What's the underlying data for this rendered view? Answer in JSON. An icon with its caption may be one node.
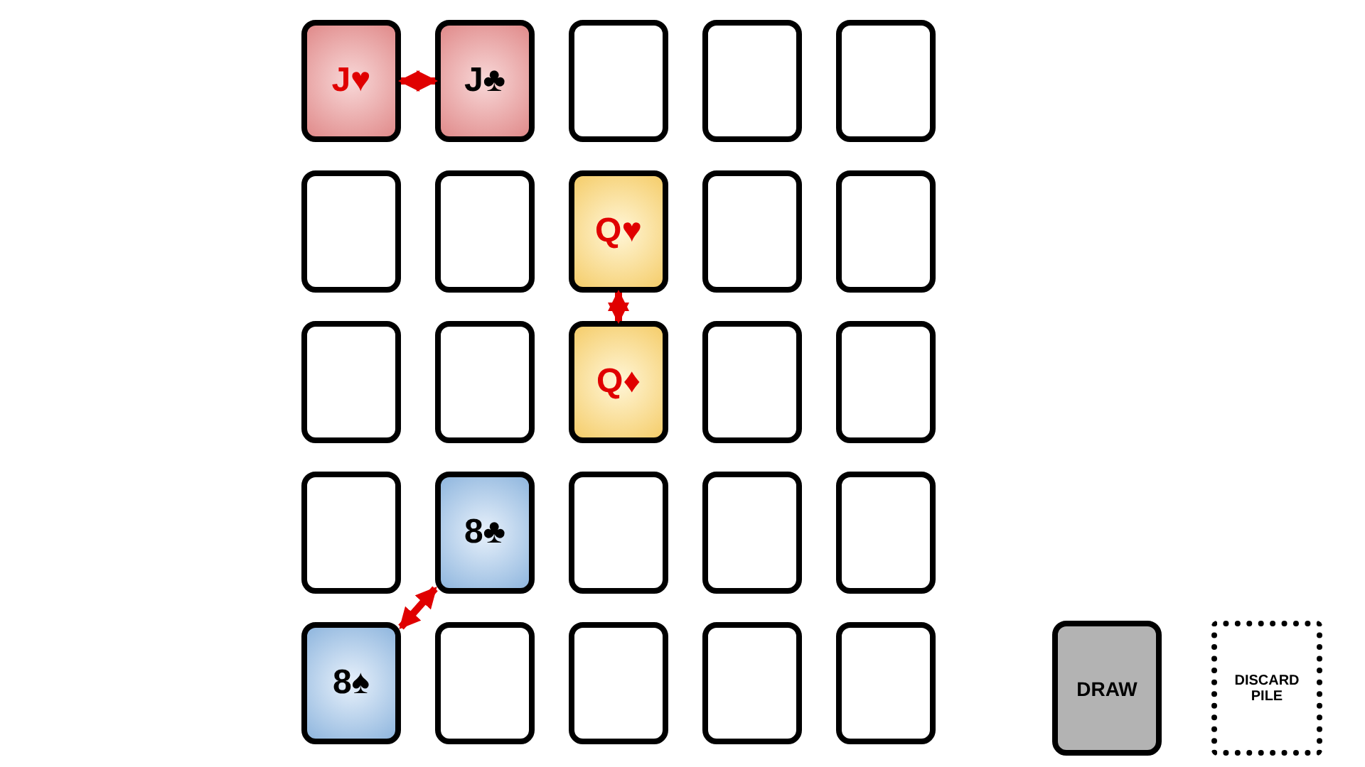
{
  "diagram": {
    "nodes": [
      {
        "text": [
          "J♥"
        ]
      },
      {
        "text": [
          "J♣"
        ]
      },
      {
        "text": [],
        "shape": "box"
      },
      {
        "text": [],
        "shape": "box"
      },
      {
        "text": [],
        "shape": "box"
      },
      {
        "text": [],
        "shape": "box"
      },
      {
        "text": [],
        "shape": "box"
      },
      {
        "text": [
          "Q♥"
        ]
      },
      {
        "text": [],
        "shape": "box"
      },
      {
        "text": [],
        "shape": "box"
      },
      {
        "text": [],
        "shape": "box"
      },
      {
        "text": [],
        "shape": "box"
      },
      {
        "text": [
          "Q♦"
        ]
      },
      {
        "text": [],
        "shape": "box"
      },
      {
        "text": [],
        "shape": "box"
      },
      {
        "text": [],
        "shape": "box"
      },
      {
        "text": [
          "8♣"
        ]
      },
      {
        "text": [],
        "shape": "box"
      },
      {
        "text": [],
        "shape": "box"
      },
      {
        "text": [],
        "shape": "box"
      },
      {
        "text": [
          "8♠"
        ]
      },
      {
        "text": [],
        "shape": "box"
      },
      {
        "text": [],
        "shape": "box"
      },
      {
        "text": [],
        "shape": "box"
      },
      {
        "text": [],
        "shape": "box"
      },
      {
        "text": [
          "DRAW"
        ]
      },
      {
        "text": [
          "DISCARD PILE"
        ]
      }
    ],
    "edges": [
      {
        "from": 0,
        "to": 1,
        "arrow": "both"
      },
      {
        "from": 7,
        "to": 12,
        "arrow": "both"
      },
      {
        "from": 16,
        "to": 20,
        "arrow": "both"
      }
    ]
  }
}
